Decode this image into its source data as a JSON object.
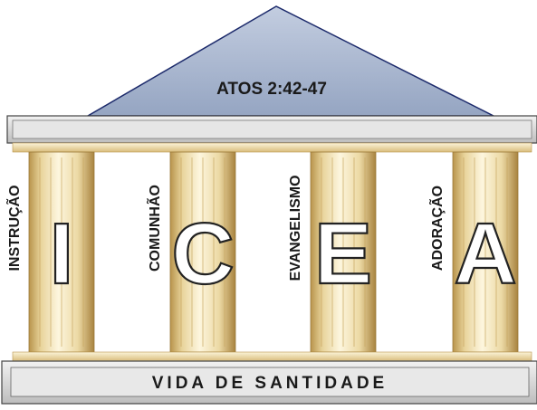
{
  "roof": {
    "label": "ATOS 2:42-47"
  },
  "pillars": [
    {
      "word": "INSTRUÇÃO",
      "letter": "I"
    },
    {
      "word": "COMUNHÃO",
      "letter": "C"
    },
    {
      "word": "EVANGELISMO",
      "letter": "E"
    },
    {
      "word": "ADORAÇÃO",
      "letter": "A"
    }
  ],
  "foundation": {
    "label": "VIDA DE SANTIDADE"
  },
  "colors": {
    "roof_fill": "#a9b7cf",
    "roof_stroke": "#1c2a6b",
    "beam_fill": "#e3e3e3",
    "beam_stroke": "#555555",
    "column_light": "#fbf1d2",
    "column_mid": "#e8d39a",
    "column_dark": "#b8944c",
    "letter_fill": "#ffffff",
    "text": "#1a1a1a"
  }
}
